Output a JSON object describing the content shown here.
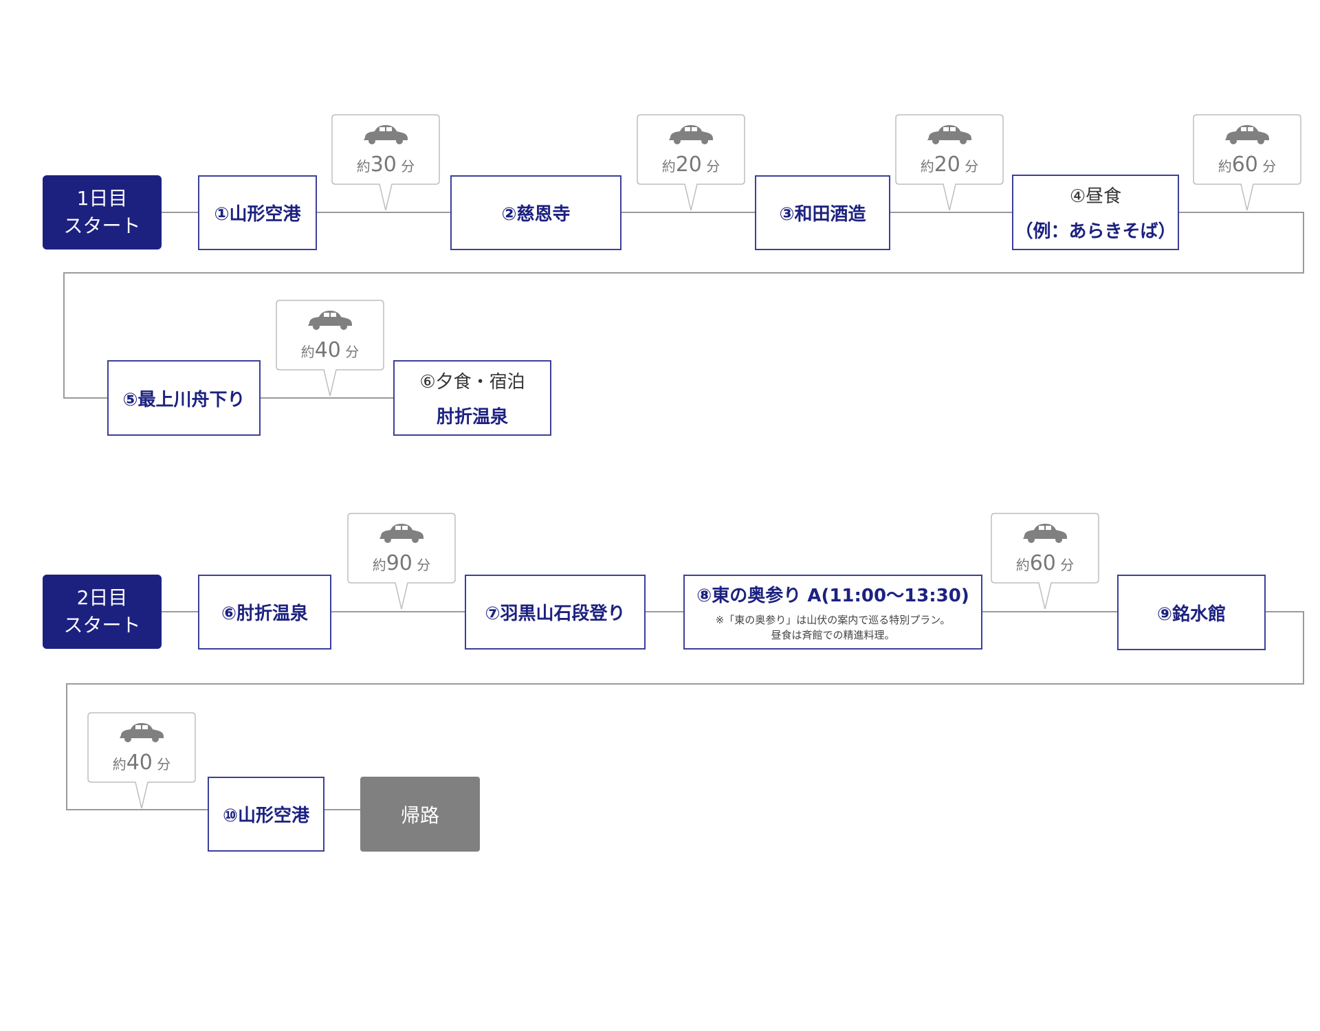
{
  "day1": {
    "start": {
      "line1": "1日目",
      "line2": "スタート"
    },
    "stops": [
      {
        "label": "①山形空港"
      },
      {
        "label": "②慈恩寺"
      },
      {
        "label": "③和田酒造"
      },
      {
        "line1": "④昼食",
        "line2": "（例：あらきそば）"
      },
      {
        "label": "⑤最上川舟下り"
      },
      {
        "line1": "⑥夕食・宿泊",
        "line2": "肘折温泉"
      }
    ],
    "travel": [
      {
        "prefix": "約",
        "num": "30",
        "unit": "分"
      },
      {
        "prefix": "約",
        "num": "20",
        "unit": "分"
      },
      {
        "prefix": "約",
        "num": "20",
        "unit": "分"
      },
      {
        "prefix": "約",
        "num": "60",
        "unit": "分"
      },
      {
        "prefix": "約",
        "num": "40",
        "unit": "分"
      }
    ]
  },
  "day2": {
    "start": {
      "line1": "2日目",
      "line2": "スタート"
    },
    "stops": [
      {
        "label": "⑥肘折温泉"
      },
      {
        "label": "⑦羽黒山石段登り"
      },
      {
        "label": "⑧東の奥参り A(11:00〜13:30)",
        "note1": "※「東の奥参り」は山伏の案内で巡る特別プラン。",
        "note2": "昼食は斉館での精進料理。"
      },
      {
        "label": "⑨銘水館"
      },
      {
        "label": "⑩山形空港"
      }
    ],
    "travel": [
      {
        "prefix": "約",
        "num": "90",
        "unit": "分"
      },
      {
        "prefix": "約",
        "num": "60",
        "unit": "分"
      },
      {
        "prefix": "約",
        "num": "40",
        "unit": "分"
      }
    ],
    "end": {
      "label": "帰路"
    }
  },
  "colors": {
    "navy": "#1c2180",
    "gray": "#808080",
    "icon": "car-icon"
  }
}
